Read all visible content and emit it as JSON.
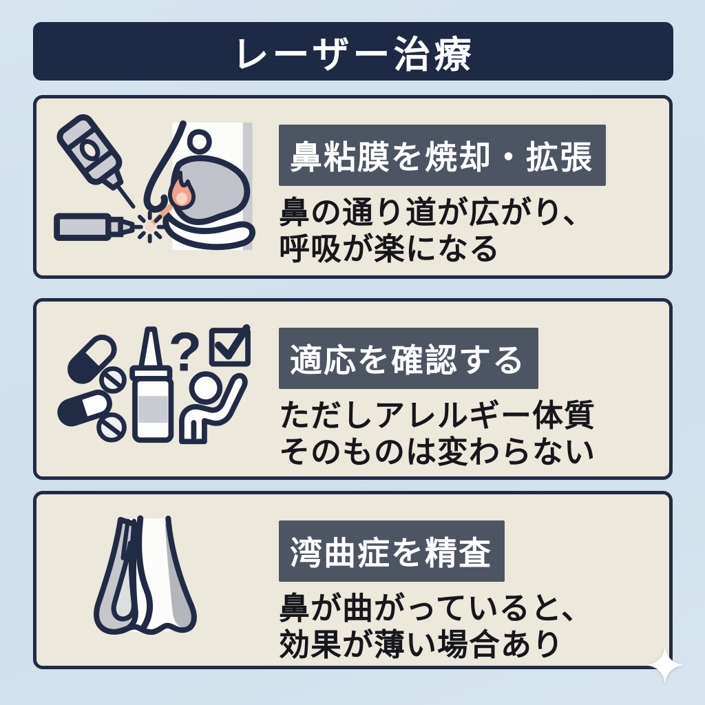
{
  "header": {
    "title": "レーザー治療"
  },
  "cards": [
    {
      "label": "鼻粘膜を焼却・拡張",
      "body_lines": [
        "鼻の通り道が広がり、",
        "呼吸が楽になる"
      ],
      "icon": "laser-cauterizing-nose-icon"
    },
    {
      "label": "適応を確認する",
      "body_lines": [
        "ただしアレルギー体質",
        "そのものは変わらない"
      ],
      "icon": "medication-question-check-icon"
    },
    {
      "label": "湾曲症を精査",
      "body_lines": [
        "鼻が曲がっていると、",
        "効果が薄い場合あり"
      ],
      "icon": "deviated-septum-nose-icon"
    }
  ],
  "decorations": {
    "bottom_right": "sparkle-icon"
  },
  "colors": {
    "page_background": "#d3e1ec",
    "header_background": "#1e2946",
    "header_text": "#ffffff",
    "card_background": "#ece8db",
    "card_border": "#222b45",
    "label_background": "#4d5462",
    "label_text": "#ffffff",
    "body_text": "#16161c",
    "icon_stroke": "#222b45",
    "icon_gray": "#c6c9cd",
    "flame_fill": "#f0a18a",
    "beam_color": "#eba88f"
  }
}
